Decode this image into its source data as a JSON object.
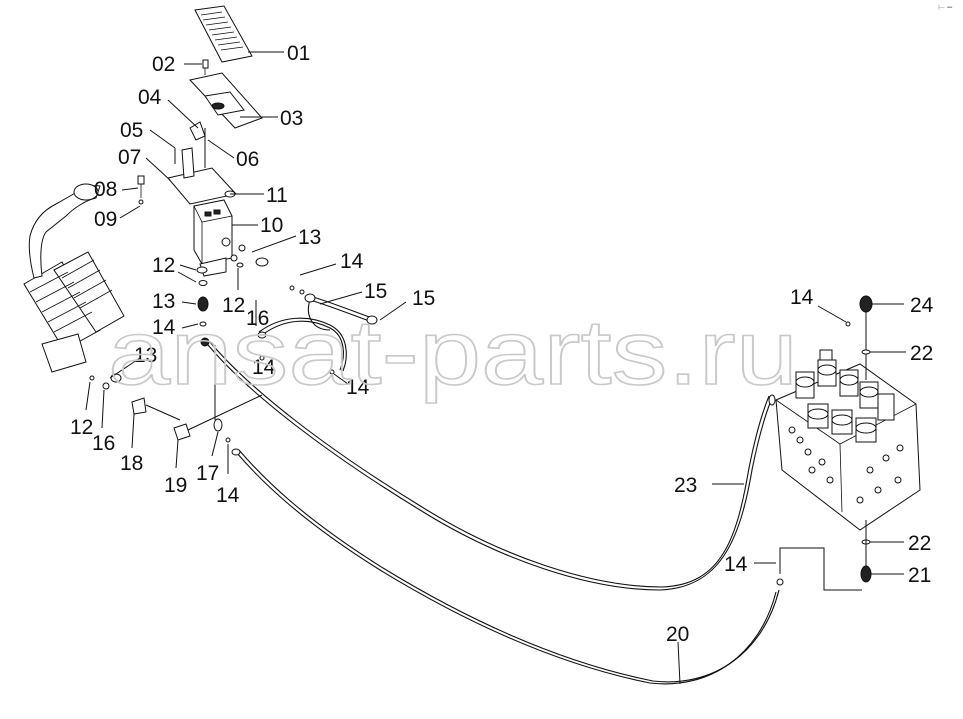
{
  "watermark": "ansat-parts.ru",
  "corner_mark": "⊢ ━",
  "callouts": {
    "c01": "01",
    "c02": "02",
    "c03": "03",
    "c04": "04",
    "c05": "05",
    "c06": "06",
    "c07": "07",
    "c08": "08",
    "c09": "09",
    "c10": "10",
    "c11": "11",
    "c12a": "12",
    "c12b": "12",
    "c12c": "12",
    "c13a": "13",
    "c13b": "13",
    "c13c": "13",
    "c14a": "14",
    "c14b": "14",
    "c14c": "14",
    "c14d": "14",
    "c14e": "14",
    "c14f": "14",
    "c14g": "14",
    "c15a": "15",
    "c15b": "15",
    "c16a": "16",
    "c16b": "16",
    "c17": "17",
    "c18": "18",
    "c19": "19",
    "c20": "20",
    "c21": "21",
    "c22a": "22",
    "c22b": "22",
    "c23": "23",
    "c24": "24"
  }
}
